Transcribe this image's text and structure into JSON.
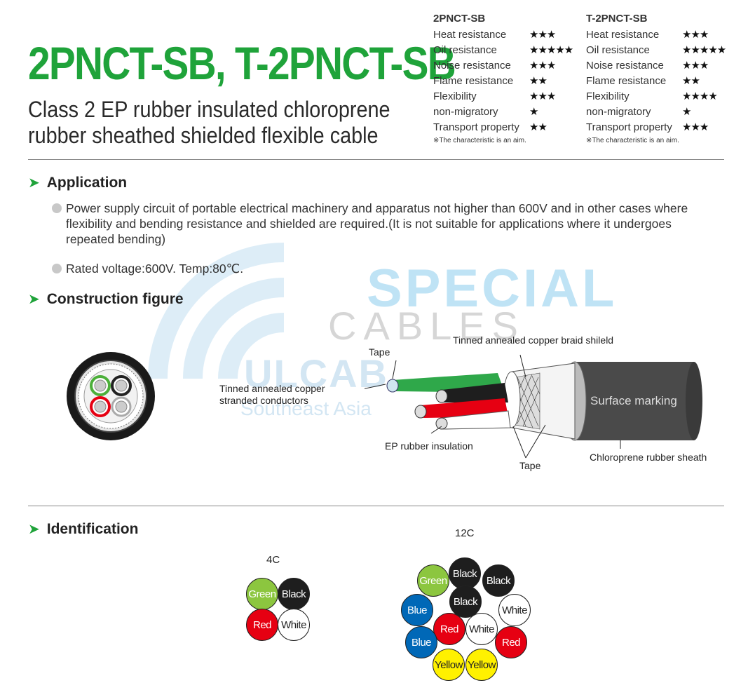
{
  "title": "2PNCT-SB, T-2PNCT-SB",
  "subtitle_line1": "Class 2 EP rubber insulated chloroprene",
  "subtitle_line2": "rubber sheathed shielded flexible cable",
  "ratings": [
    {
      "product": "2PNCT-SB",
      "rows": [
        {
          "label": "Heat resistance",
          "stars": "★★★"
        },
        {
          "label": "Oil resistance",
          "stars": "★★★★★"
        },
        {
          "label": "Noise resistance",
          "stars": "★★★"
        },
        {
          "label": "Flame resistance",
          "stars": "★★"
        },
        {
          "label": "Flexibility",
          "stars": "★★★"
        },
        {
          "label": "non-migratory",
          "stars": "★"
        },
        {
          "label": "Transport property",
          "stars": "★★"
        }
      ],
      "note": "※The characteristic is an aim."
    },
    {
      "product": "T-2PNCT-SB",
      "rows": [
        {
          "label": "Heat resistance",
          "stars": "★★★"
        },
        {
          "label": "Oil resistance",
          "stars": "★★★★★"
        },
        {
          "label": "Noise resistance",
          "stars": "★★★"
        },
        {
          "label": "Flame resistance",
          "stars": "★★"
        },
        {
          "label": "Flexibility",
          "stars": "★★★★"
        },
        {
          "label": "non-migratory",
          "stars": "★"
        },
        {
          "label": "Transport property",
          "stars": "★★★"
        }
      ],
      "note": "※The characteristic is an aim."
    }
  ],
  "application": {
    "heading": "Application",
    "bullet1": "Power supply circuit of portable electrical machinery and apparatus not higher than 600V and in other cases where flexibility and bending resistance and shielded are required.(It is not suitable for applications where it undergoes repeated bending)",
    "bullet2": "Rated voltage:600V. Temp:80℃."
  },
  "construction": {
    "heading": "Construction figure",
    "labels": {
      "tape_top": "Tape",
      "braid": "Tinned annealed copper braid shileld",
      "conductor_1": "Tinned annealed copper",
      "conductor_2": "stranded conductors",
      "insulation": "EP rubber insulation",
      "tape_bottom": "Tape",
      "sheath": "Chloroprene rubber sheath",
      "marking": "Surface marking"
    }
  },
  "watermark": {
    "line1": "SPECIAL",
    "line2": "CABLES",
    "line3": "ULCAB",
    "line4": "Southeast Asia"
  },
  "identification": {
    "heading": "Identification",
    "group_4c": {
      "label": "4C",
      "cores": [
        "Green",
        "Black",
        "Red",
        "White"
      ]
    },
    "group_12c": {
      "label": "12C",
      "cores": [
        "Green",
        "Black",
        "Black",
        "Blue",
        "Black",
        "White",
        "Red",
        "White",
        "Blue",
        "Red",
        "Yellow",
        "Yellow"
      ]
    }
  },
  "colors": {
    "accent": "#1fa33a",
    "green": "#8cc63f",
    "black": "#1e1e1e",
    "red": "#e60012",
    "white": "#ffffff",
    "blue": "#0068b7",
    "yellow": "#fff100"
  }
}
